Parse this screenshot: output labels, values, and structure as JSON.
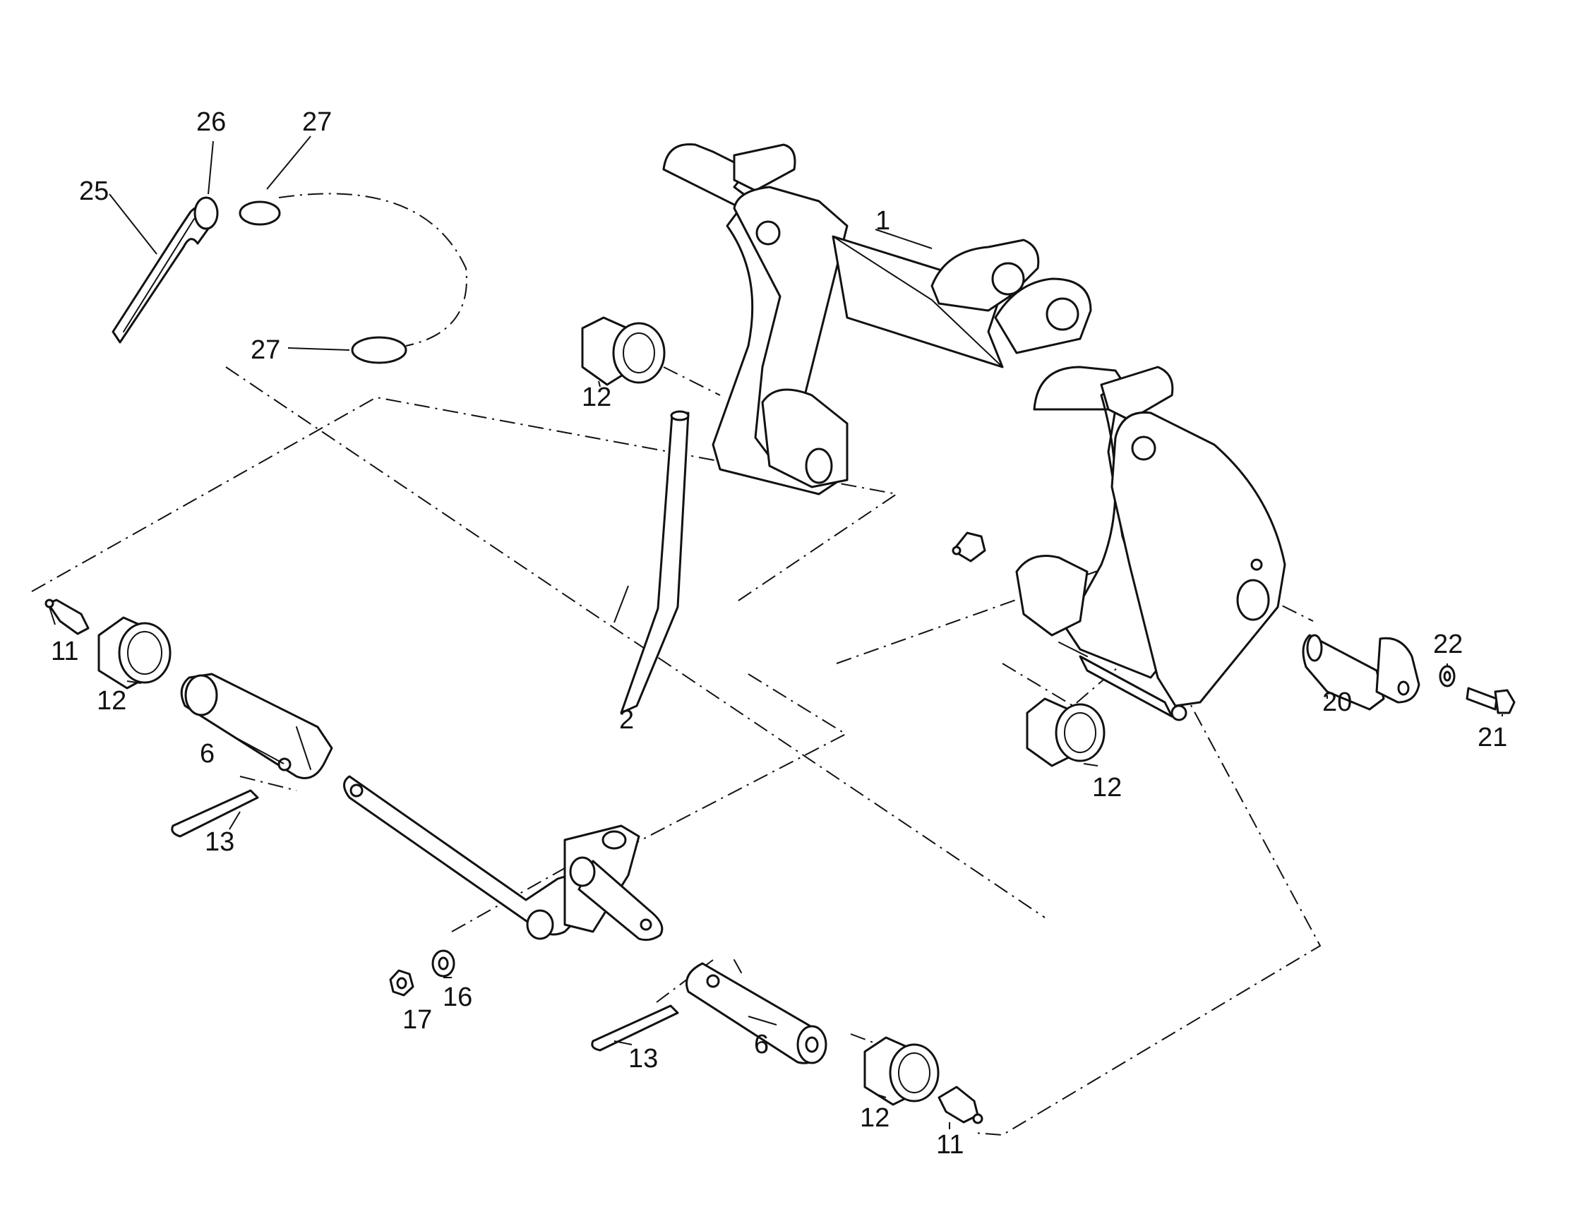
{
  "callouts": {
    "c1": "1",
    "c2": "2",
    "c6a": "6",
    "c6b": "6",
    "c11a": "11",
    "c11b": "11",
    "c12a": "12",
    "c12b": "12",
    "c12c": "12",
    "c12d": "12",
    "c13a": "13",
    "c13b": "13",
    "c16": "16",
    "c17": "17",
    "c20": "20",
    "c21": "21",
    "c22": "22",
    "c25": "25",
    "c26": "26",
    "c27a": "27",
    "c27b": "27"
  }
}
